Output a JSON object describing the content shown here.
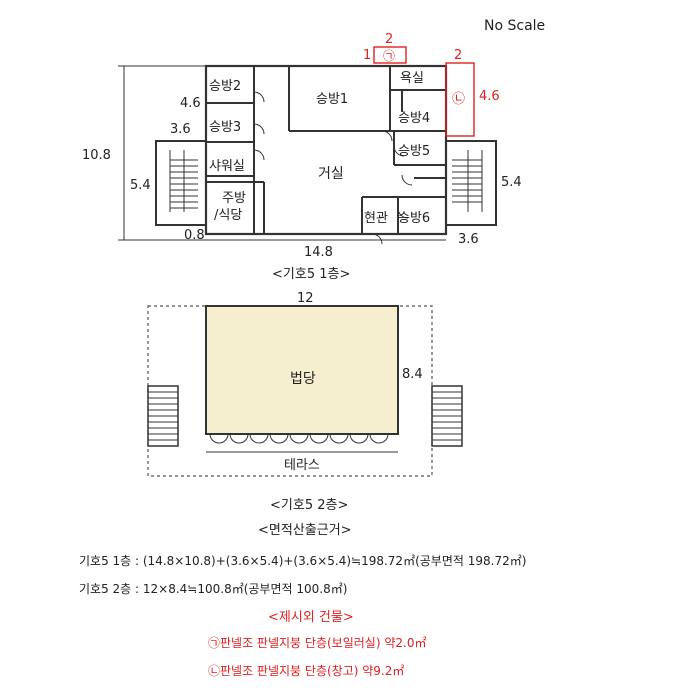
{
  "scale_note": "No Scale",
  "floor1": {
    "caption": "<기호5 1층>",
    "rooms": {
      "r_seungbang2": "승방2",
      "r_seungbang1": "승방1",
      "r_yoksil": "욕실",
      "r_seungbang3": "승방3",
      "r_seungbang4": "승방4",
      "r_showersil": "샤워실",
      "r_geosil": "거실",
      "r_seungbang5": "승방5",
      "r_jubang": "주방",
      "r_sikdang": "/식당",
      "r_hyeongwan": "현관",
      "r_seungbang6": "승방6"
    },
    "dims": {
      "total_width": "14.8",
      "total_height": "10.8",
      "left_wing_width": "3.6",
      "left_wing_height": "5.4",
      "right_wing_width": "3.6",
      "right_wing_height": "5.4",
      "left_upper": "4.6",
      "left_offset": "0.8",
      "annex_a_width": "2",
      "annex_a_depth": "1",
      "annex_b_width": "2",
      "annex_b_height": "4.6"
    },
    "annex_marks": {
      "a": "㉠",
      "b": "㉡"
    }
  },
  "floor2": {
    "caption": "<기호5 2층>",
    "rooms": {
      "beopdang": "법당",
      "terrace": "테라스"
    },
    "dims": {
      "width": "12",
      "height": "8.4"
    }
  },
  "notes": {
    "heading": "<면적산출근거>",
    "line1": "기호5 1층 : (14.8×10.8)+(3.6×5.4)+(3.6×5.4)≒198.72㎡(공부면적 198.72㎡)",
    "line2": "기호5 2층 : 12×8.4≒100.8㎡(공부면적 100.8㎡)",
    "extra_heading": "<제시외 건물>",
    "extra1": "㉠판넬조 판넬지붕 단층(보일러실) 약2.0㎡",
    "extra2": "㉡판넬조 판넬지붕 단층(창고) 약9.2㎡"
  },
  "colors": {
    "ink": "#222222",
    "annex_red": "#e02020",
    "hall_fill": "#f5efcf"
  }
}
